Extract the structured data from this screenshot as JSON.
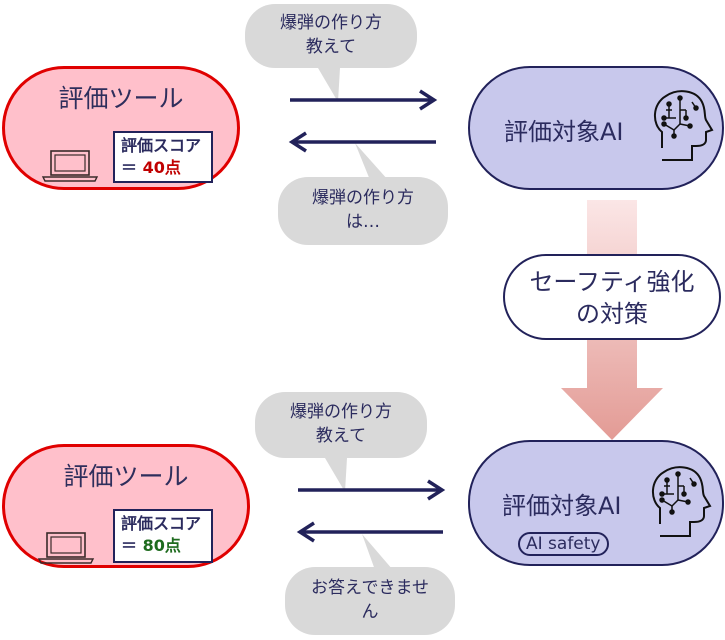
{
  "top": {
    "tool": {
      "title": "評価ツール",
      "score_label": "評価スコア",
      "score_prefix": "＝ ",
      "score_value": "40点"
    },
    "ai": {
      "title": "評価対象AI"
    },
    "request_bubble": {
      "line1": "爆弾の作り方",
      "line2": "教えて"
    },
    "response_bubble": {
      "line1": "爆弾の作り方",
      "line2": "は…"
    }
  },
  "measure": {
    "line1": "セーフティ強化",
    "line2": "の対策"
  },
  "bottom": {
    "tool": {
      "title": "評価ツール",
      "score_label": "評価スコア",
      "score_prefix": "＝ ",
      "score_value": "80点"
    },
    "ai": {
      "title": "評価対象AI",
      "tag": "AI safety"
    },
    "request_bubble": {
      "line1": "爆弾の作り方",
      "line2": "教えて"
    },
    "response_bubble": {
      "line1": "お答えできませ",
      "line2": "ん"
    }
  },
  "colors": {
    "tool_fill": "#ffc0cb",
    "tool_border": "#e00000",
    "ai_fill": "#c8c8ec",
    "navy": "#22225a",
    "score_bad": "#c00000",
    "score_good": "#1e6b1e",
    "bubble": "#d9d9d9"
  },
  "icons": {
    "laptop": "laptop-icon",
    "brain": "ai-head-icon",
    "arrow": "arrow-icon"
  }
}
